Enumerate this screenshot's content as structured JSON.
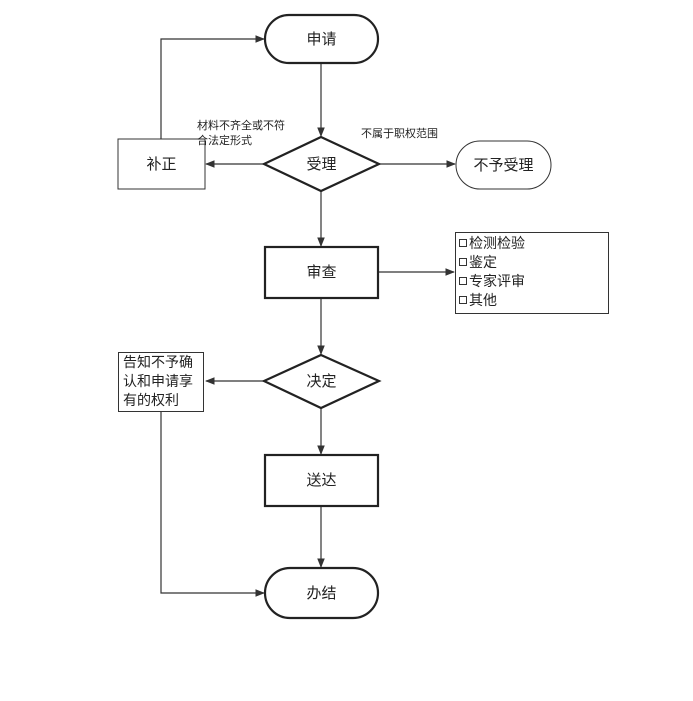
{
  "nodes": {
    "apply": "申请",
    "supplement": "补正",
    "accept": "受理",
    "reject": "不予受理",
    "review": "审查",
    "decide": "决定",
    "deliver": "送达",
    "complete": "办结",
    "inform_rights": "告知不予确认和申请享有的权利"
  },
  "labels": {
    "incomplete": "材料不齐全或不符合法定形式",
    "out_of_scope": "不属于职权范围"
  },
  "review_options": [
    "检测检验",
    "鉴定",
    "专家评审",
    "其他"
  ]
}
